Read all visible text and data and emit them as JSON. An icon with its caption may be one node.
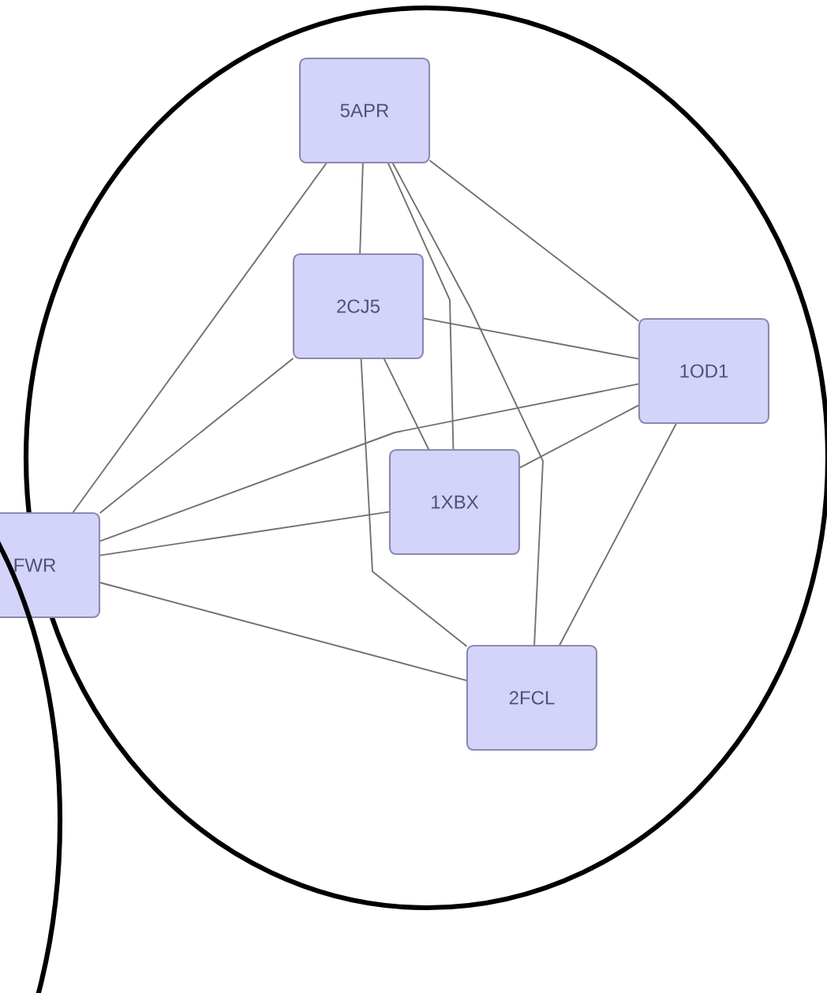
{
  "diagram": {
    "nodes": [
      {
        "text": [],
        "shape": "ellipse"
      },
      {
        "text": [
          "5APR"
        ],
        "in": 0
      },
      {
        "text": [
          "2CJ5"
        ],
        "in": 0
      },
      {
        "text": [
          "1OD1"
        ],
        "in": 0
      },
      {
        "text": [
          "FWR"
        ]
      },
      {
        "text": [
          "1XBX"
        ],
        "in": 0
      },
      {
        "text": [
          "2FCL"
        ],
        "in": 0
      },
      {
        "text": [],
        "shape": "ellipse"
      }
    ],
    "edges": [
      {
        "from": 1,
        "to": 2,
        "arrow": "none"
      },
      {
        "from": 1,
        "to": 4,
        "arrow": "none"
      },
      {
        "from": 1,
        "to": 3,
        "arrow": "none"
      },
      {
        "from": 1,
        "to": 6,
        "arrow": "none"
      },
      {
        "from": 1,
        "to": 5,
        "arrow": "none"
      },
      {
        "from": 2,
        "to": 6,
        "arrow": "none"
      },
      {
        "from": 2,
        "to": 5,
        "arrow": "none"
      },
      {
        "from": 2,
        "to": 3,
        "arrow": "none"
      },
      {
        "from": 2,
        "to": 4,
        "arrow": "none"
      },
      {
        "from": 4,
        "to": 3,
        "arrow": "none"
      },
      {
        "from": 4,
        "to": 5,
        "arrow": "none"
      },
      {
        "from": 4,
        "to": 6,
        "arrow": "none"
      },
      {
        "from": 5,
        "to": 3,
        "arrow": "none"
      },
      {
        "from": 3,
        "to": 6,
        "arrow": "none"
      }
    ]
  }
}
